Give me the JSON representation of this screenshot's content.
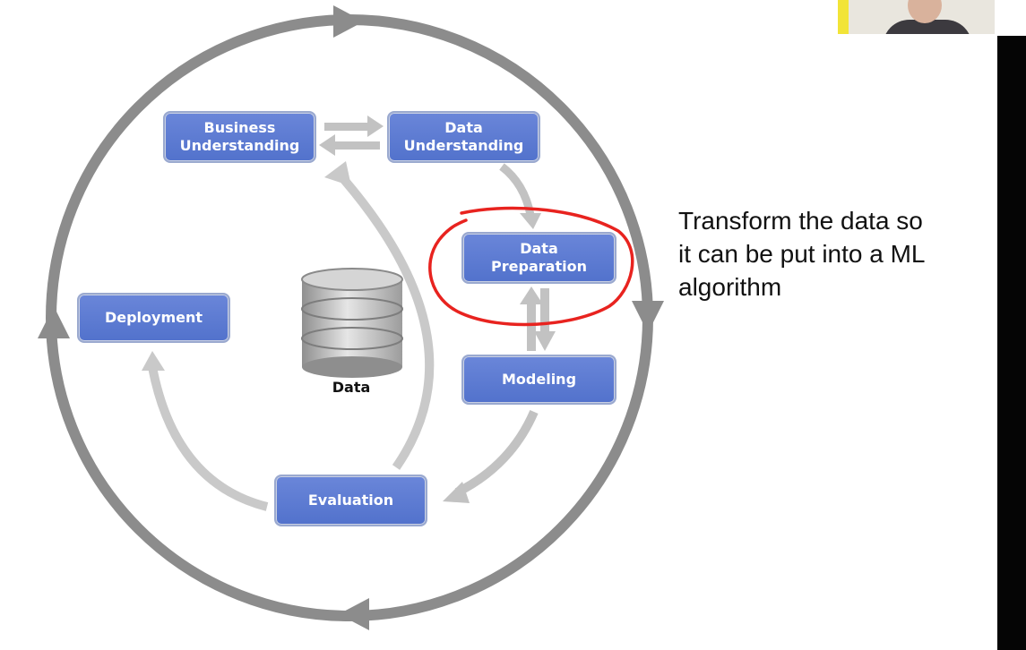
{
  "diagram": {
    "stages": {
      "business_understanding": "Business\nUnderstanding",
      "data_understanding": "Data\nUnderstanding",
      "data_preparation": "Data\nPreparation",
      "modeling": "Modeling",
      "evaluation": "Evaluation",
      "deployment": "Deployment"
    },
    "data_label": "Data"
  },
  "caption": "Transform the data so\nit can be put into a ML\nalgorithm",
  "colors": {
    "box_fill": "#5a78d1",
    "outer_cycle": "#8c8c8c",
    "inner_arrows": "#bdbdbd",
    "highlight": "#e8231f",
    "webcam_bg": "#f2e437"
  }
}
